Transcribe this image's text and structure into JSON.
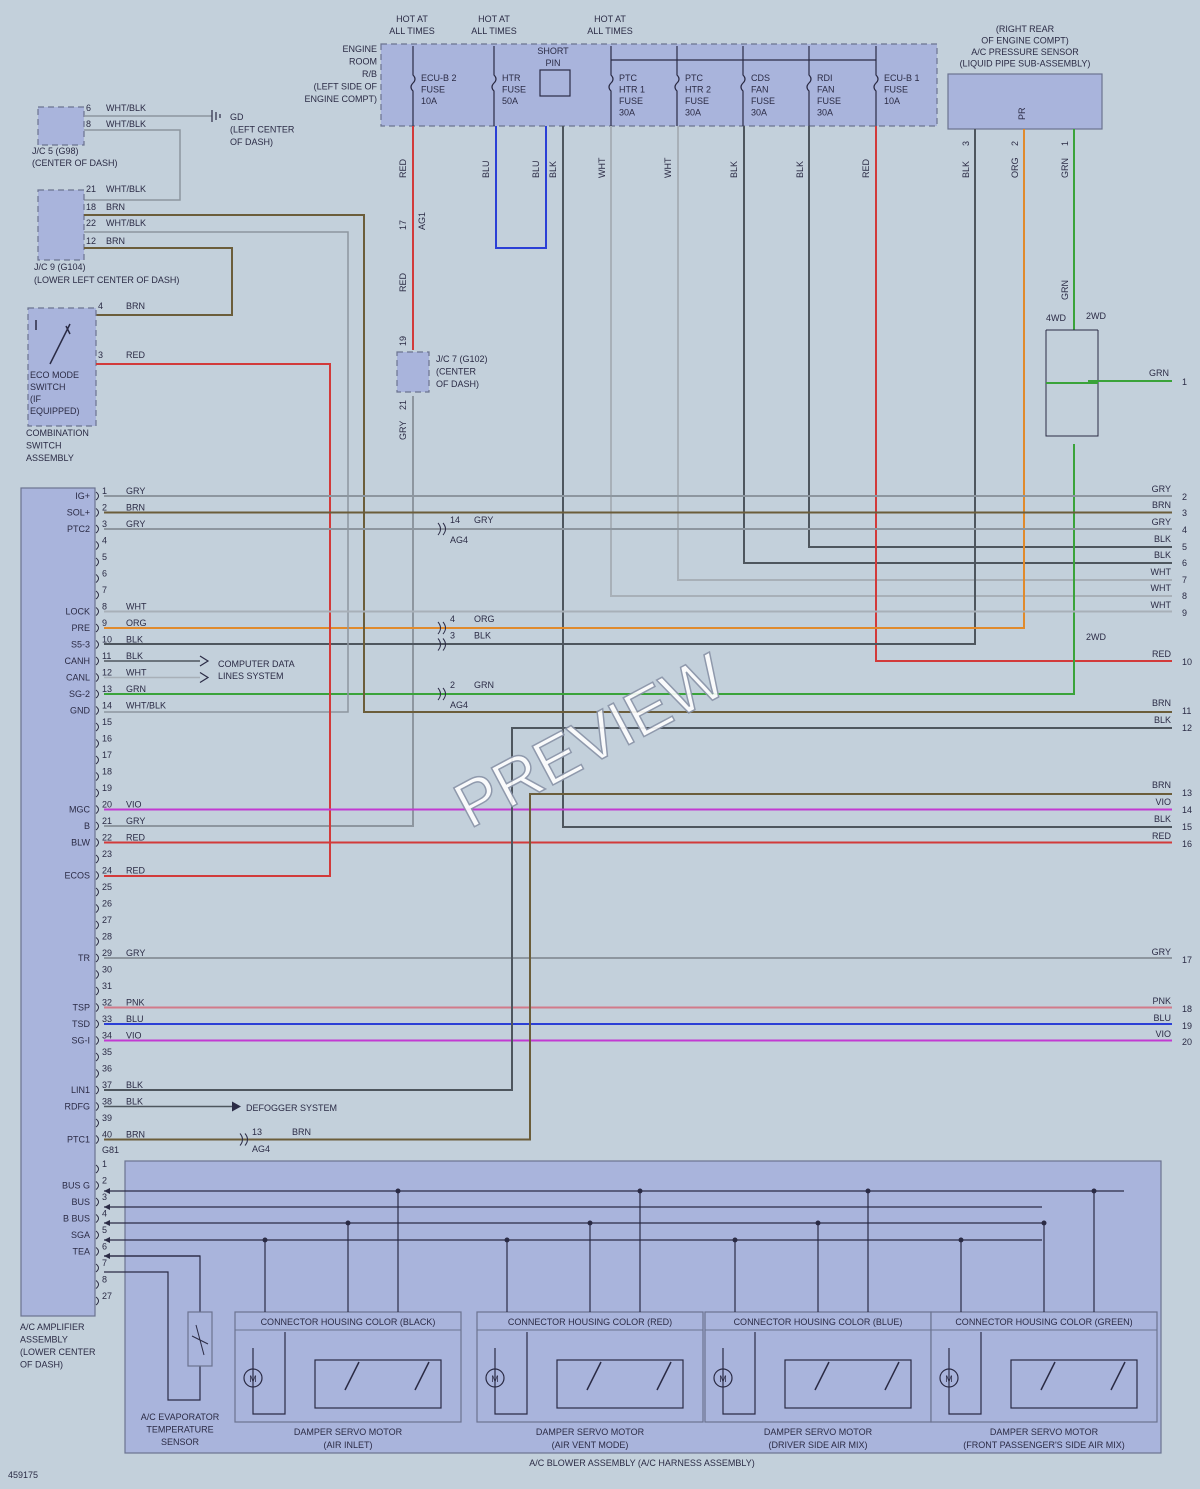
{
  "diagram_id": "459175",
  "watermark": "PREVIEW",
  "fuse_box": {
    "title": [
      "ENGINE",
      "ROOM",
      "R/B",
      "(LEFT SIDE OF",
      "ENGINE COMPT)"
    ],
    "hot_at_all_times": [
      "HOT AT",
      "ALL TIMES"
    ],
    "short_pin": [
      "SHORT",
      "PIN"
    ],
    "fuses": [
      {
        "name": [
          "ECU-B 2",
          "FUSE",
          "10A"
        ]
      },
      {
        "name": [
          "HTR",
          "FUSE",
          "50A"
        ]
      },
      {
        "name": [
          "PTC",
          "HTR 1",
          "FUSE",
          "30A"
        ]
      },
      {
        "name": [
          "PTC",
          "HTR 2",
          "FUSE",
          "30A"
        ]
      },
      {
        "name": [
          "CDS",
          "FAN",
          "FUSE",
          "30A"
        ]
      },
      {
        "name": [
          "RDI",
          "FAN",
          "FUSE",
          "30A"
        ]
      },
      {
        "name": [
          "ECU-B 1",
          "FUSE",
          "10A"
        ]
      }
    ]
  },
  "pressure_sensor": {
    "title": [
      "(RIGHT REAR",
      "OF ENGINE COMPT)",
      "A/C PRESSURE SENSOR",
      "(LIQUID PIPE SUB-ASSEMBLY)"
    ],
    "pins": [
      {
        "num": "3",
        "color": "BLK"
      },
      {
        "num": "2",
        "color": "ORG",
        "sig": "PR"
      },
      {
        "num": "1",
        "color": "GRN"
      }
    ]
  },
  "jc5": {
    "title": [
      "J/C 5 (G98)",
      "(CENTER OF DASH)"
    ],
    "pins": [
      {
        "num": "6",
        "color": "WHT/BLK"
      },
      {
        "num": "8",
        "color": "WHT/BLK"
      }
    ]
  },
  "ground": [
    "GD",
    "(LEFT CENTER",
    "OF DASH)"
  ],
  "jc9": {
    "title": [
      "J/C 9 (G104)",
      "(LOWER LEFT CENTER OF DASH)"
    ],
    "pins": [
      {
        "num": "21",
        "color": "WHT/BLK"
      },
      {
        "num": "18",
        "color": "BRN"
      },
      {
        "num": "22",
        "color": "WHT/BLK"
      },
      {
        "num": "12",
        "color": "BRN"
      }
    ]
  },
  "eco_switch": {
    "label": [
      "ECO MODE",
      "SWITCH",
      "(IF",
      "EQUIPPED)"
    ],
    "assembly": [
      "COMBINATION",
      "SWITCH",
      "ASSEMBLY"
    ],
    "pins": [
      {
        "num": "4",
        "color": "BRN"
      },
      {
        "num": "3",
        "color": "RED"
      }
    ]
  },
  "jc7": {
    "title": [
      "J/C 7 (G102)",
      "(CENTER",
      "OF DASH)"
    ],
    "pins": [
      "17",
      "19",
      "21"
    ],
    "connector": "AG1"
  },
  "vertical_wire_labels": [
    "RED",
    "BLU",
    "BLU",
    "BLK",
    "WHT",
    "WHT",
    "BLK",
    "BLK",
    "RED",
    "BLK",
    "ORG",
    "GRN",
    "RED",
    "GRY",
    "GRN"
  ],
  "wd": {
    "w4": "4WD",
    "w2": "2WD",
    "ref": "2WD"
  },
  "amplifier": {
    "title": [
      "A/C AMPLIFIER",
      "ASSEMBLY",
      "(LOWER CENTER",
      "OF DASH)"
    ],
    "connector_g81": "G81",
    "pins": [
      {
        "num": "1",
        "name": "IG+",
        "color": "GRY"
      },
      {
        "num": "2",
        "name": "SOL+",
        "color": "BRN"
      },
      {
        "num": "3",
        "name": "PTC2",
        "color": "GRY"
      },
      {
        "num": "4",
        "name": "",
        "color": ""
      },
      {
        "num": "5",
        "name": "",
        "color": ""
      },
      {
        "num": "6",
        "name": "",
        "color": ""
      },
      {
        "num": "7",
        "name": "",
        "color": ""
      },
      {
        "num": "8",
        "name": "LOCK",
        "color": "WHT"
      },
      {
        "num": "9",
        "name": "PRE",
        "color": "ORG"
      },
      {
        "num": "10",
        "name": "S5-3",
        "color": "BLK"
      },
      {
        "num": "11",
        "name": "CANH",
        "color": "BLK"
      },
      {
        "num": "12",
        "name": "CANL",
        "color": "WHT"
      },
      {
        "num": "13",
        "name": "SG-2",
        "color": "GRN"
      },
      {
        "num": "14",
        "name": "GND",
        "color": "WHT/BLK"
      },
      {
        "num": "15",
        "name": "",
        "color": ""
      },
      {
        "num": "16",
        "name": "",
        "color": ""
      },
      {
        "num": "17",
        "name": "",
        "color": ""
      },
      {
        "num": "18",
        "name": "",
        "color": ""
      },
      {
        "num": "19",
        "name": "",
        "color": ""
      },
      {
        "num": "20",
        "name": "MGC",
        "color": "VIO"
      },
      {
        "num": "21",
        "name": "B",
        "color": "GRY"
      },
      {
        "num": "22",
        "name": "BLW",
        "color": "RED"
      },
      {
        "num": "23",
        "name": "",
        "color": ""
      },
      {
        "num": "24",
        "name": "ECOS",
        "color": "RED"
      },
      {
        "num": "25",
        "name": "",
        "color": ""
      },
      {
        "num": "26",
        "name": "",
        "color": ""
      },
      {
        "num": "27",
        "name": "",
        "color": ""
      },
      {
        "num": "28",
        "name": "",
        "color": ""
      },
      {
        "num": "29",
        "name": "TR",
        "color": "GRY"
      },
      {
        "num": "30",
        "name": "",
        "color": ""
      },
      {
        "num": "31",
        "name": "",
        "color": ""
      },
      {
        "num": "32",
        "name": "TSP",
        "color": "PNK"
      },
      {
        "num": "33",
        "name": "TSD",
        "color": "BLU"
      },
      {
        "num": "34",
        "name": "SG-I",
        "color": "VIO"
      },
      {
        "num": "35",
        "name": "",
        "color": ""
      },
      {
        "num": "36",
        "name": "",
        "color": ""
      },
      {
        "num": "37",
        "name": "LIN1",
        "color": "BLK"
      },
      {
        "num": "38",
        "name": "RDFG",
        "color": "BLK"
      },
      {
        "num": "39",
        "name": "",
        "color": ""
      },
      {
        "num": "40",
        "name": "PTC1",
        "color": "BRN"
      }
    ],
    "pins2": [
      {
        "num": "1",
        "name": ""
      },
      {
        "num": "2",
        "name": "BUS G"
      },
      {
        "num": "3",
        "name": "BUS"
      },
      {
        "num": "4",
        "name": "B BUS"
      },
      {
        "num": "5",
        "name": "SGA"
      },
      {
        "num": "6",
        "name": "TEA"
      },
      {
        "num": "7",
        "name": ""
      },
      {
        "num": "8",
        "name": ""
      },
      {
        "num": "27",
        "name": ""
      }
    ]
  },
  "ag4_splices": [
    {
      "num": "14",
      "color": "GRY",
      "conn": "AG4"
    },
    {
      "num": "4",
      "color": "ORG"
    },
    {
      "num": "3",
      "color": "BLK"
    },
    {
      "num": "2",
      "color": "GRN",
      "conn": "AG4"
    },
    {
      "num": "13",
      "color": "BRN",
      "conn": "AG4"
    }
  ],
  "computer_data": [
    "COMPUTER DATA",
    "LINES SYSTEM"
  ],
  "defogger": "DEFOGGER SYSTEM",
  "right_edge": [
    {
      "num": "1",
      "color": "GRN"
    },
    {
      "num": "2",
      "color": "GRY"
    },
    {
      "num": "3",
      "color": "BRN"
    },
    {
      "num": "4",
      "color": "GRY"
    },
    {
      "num": "5",
      "color": "BLK"
    },
    {
      "num": "6",
      "color": "BLK"
    },
    {
      "num": "7",
      "color": "WHT"
    },
    {
      "num": "8",
      "color": "WHT"
    },
    {
      "num": "9",
      "color": "WHT"
    },
    {
      "num": "10",
      "color": "RED"
    },
    {
      "num": "11",
      "color": "BRN"
    },
    {
      "num": "12",
      "color": "BLK"
    },
    {
      "num": "13",
      "color": "BRN"
    },
    {
      "num": "14",
      "color": "VIO"
    },
    {
      "num": "15",
      "color": "BLK"
    },
    {
      "num": "16",
      "color": "RED"
    },
    {
      "num": "17",
      "color": "GRY"
    },
    {
      "num": "18",
      "color": "PNK"
    },
    {
      "num": "19",
      "color": "BLU"
    },
    {
      "num": "20",
      "color": "VIO"
    }
  ],
  "blower": {
    "title": "A/C BLOWER ASSEMBLY (A/C HARNESS ASSEMBLY)",
    "evap_sensor": [
      "A/C EVAPORATOR",
      "TEMPERATURE",
      "SENSOR"
    ],
    "motor_symbol": "M",
    "servos": [
      {
        "housing": "CONNECTOR HOUSING COLOR (BLACK)",
        "name": [
          "DAMPER SERVO MOTOR",
          "(AIR INLET)"
        ]
      },
      {
        "housing": "CONNECTOR HOUSING COLOR (RED)",
        "name": [
          "DAMPER SERVO MOTOR",
          "(AIR VENT MODE)"
        ]
      },
      {
        "housing": "CONNECTOR HOUSING COLOR (BLUE)",
        "name": [
          "DAMPER SERVO MOTOR",
          "(DRIVER SIDE AIR MIX)"
        ]
      },
      {
        "housing": "CONNECTOR HOUSING COLOR (GREEN)",
        "name": [
          "DAMPER SERVO MOTOR",
          "(FRONT PASSENGER'S SIDE AIR MIX)"
        ]
      }
    ]
  },
  "wire_colors": {
    "RED": "#d23a3a",
    "BLU": "#2b3fd6",
    "BLK": "#4e565e",
    "WHT": "#a8b0b8",
    "GRY": "#8d969f",
    "BRN": "#6b5d3a",
    "ORG": "#e08a2c",
    "GRN": "#3aa33a",
    "VIO": "#c23ad2",
    "PNK": "#d27a8a",
    "WHTBLK": "#8d969f"
  }
}
